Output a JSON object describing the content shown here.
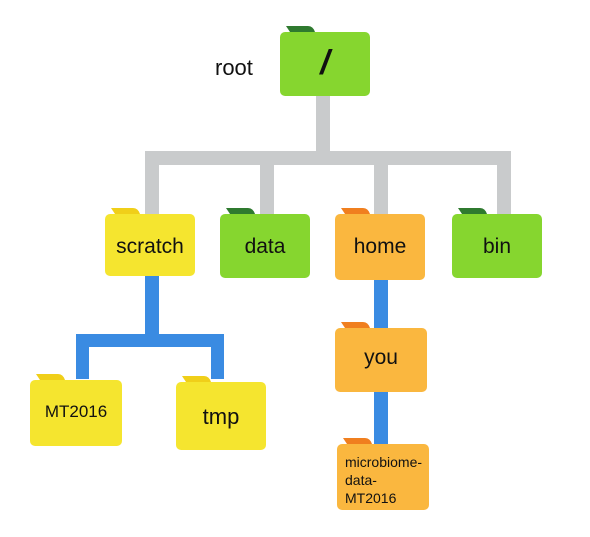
{
  "diagram": {
    "root_caption": "root",
    "colors": {
      "root_connector": "#c9cbcc",
      "scratch_connector": "#3a8be2",
      "home_connector": "#3a8be2",
      "green_folder": "#86d62f",
      "green_folder_tab": "#2f7a2f",
      "yellow_folder": "#f5e52f",
      "yellow_folder_tab": "#f0cf19",
      "orange_folder": "#fab73f",
      "orange_folder_tab": "#f07f1f"
    },
    "folders": {
      "root": {
        "label": "/",
        "color": "green"
      },
      "scratch": {
        "label": "scratch",
        "color": "yellow"
      },
      "data": {
        "label": "data",
        "color": "green"
      },
      "home": {
        "label": "home",
        "color": "orange"
      },
      "bin": {
        "label": "bin",
        "color": "green"
      },
      "mt2016": {
        "label": "MT2016",
        "color": "yellow"
      },
      "tmp": {
        "label": "tmp",
        "color": "yellow"
      },
      "you": {
        "label": "you",
        "color": "orange"
      },
      "microbiome": {
        "label_lines": [
          "microbiome-",
          "data-",
          "MT2016"
        ],
        "color": "orange"
      }
    }
  }
}
